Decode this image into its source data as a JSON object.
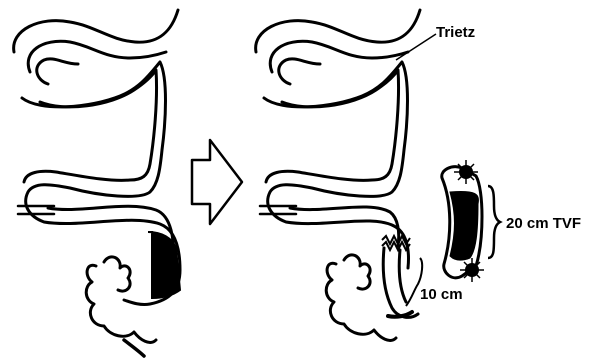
{
  "labels": {
    "trietz": "Trietz",
    "tvf_length": "20 cm TVF",
    "distance": "10 cm"
  },
  "colors": {
    "stroke": "#000000",
    "fill": "#ffffff",
    "segment": "#000000"
  },
  "icons": {
    "transition_arrow": "right-arrow-outline",
    "staple_line": "staple-anastomosis",
    "ligature": "tied-ligature"
  }
}
